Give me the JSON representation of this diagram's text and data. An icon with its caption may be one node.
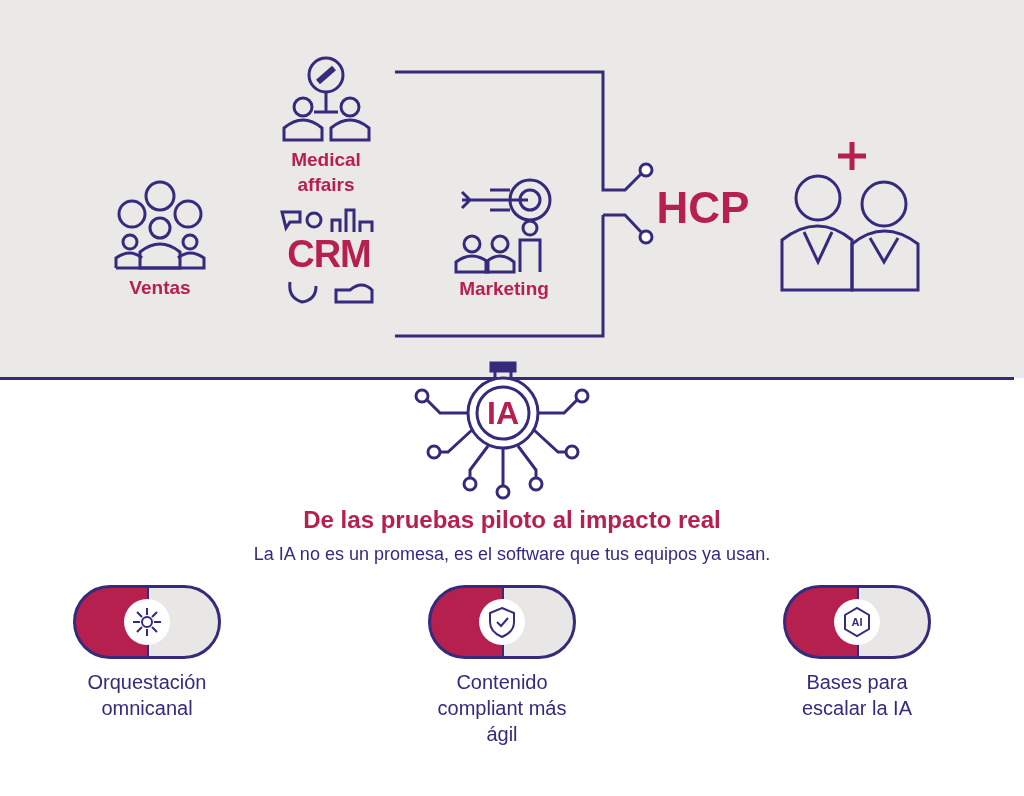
{
  "diagram": {
    "title": "De las pruebas piloto al impacto real",
    "nodes": [
      {
        "text": [
          "IA"
        ]
      },
      {
        "text": [
          "Orquestación omnicanal"
        ]
      },
      {
        "text": [
          "Contenido compliant más ágil"
        ]
      },
      {
        "text": [
          "Bases para escalar la IA"
        ]
      }
    ],
    "labels": [
      "Medical affairs",
      "CRM",
      "Ventas",
      "Marketing",
      "HCP",
      "La IA no es un promesa, es el software que tus equipos ya usan.",
      "AI"
    ]
  }
}
